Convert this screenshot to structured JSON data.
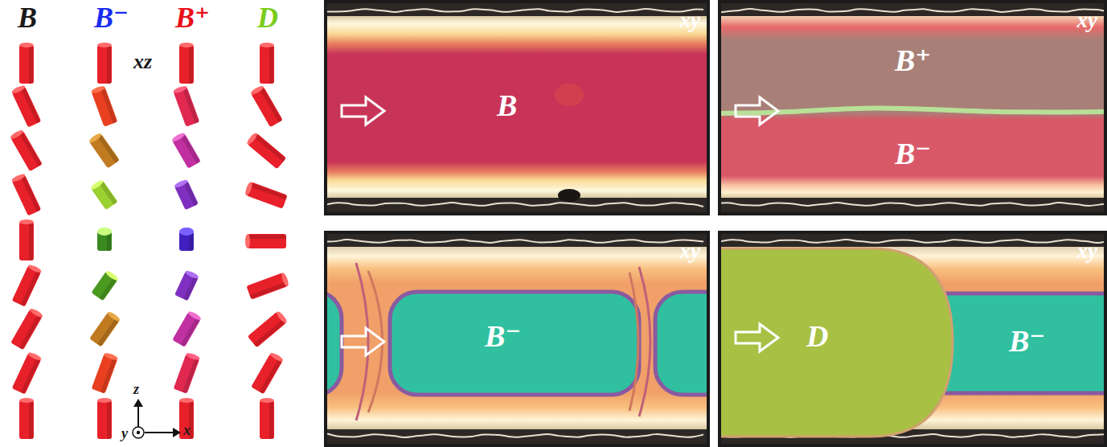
{
  "diagram": {
    "nodes": [
      {
        "text": [
          "xy",
          "B"
        ]
      },
      {
        "text": [
          "xy",
          "B⁺",
          "B⁻"
        ]
      },
      {
        "text": [
          "xy",
          "B⁻"
        ]
      },
      {
        "text": [
          "xy",
          "D",
          "B⁻"
        ]
      }
    ],
    "labels": [
      "B",
      "B⁻",
      "B⁺",
      "D",
      "xz",
      "z",
      "y",
      "x"
    ]
  }
}
